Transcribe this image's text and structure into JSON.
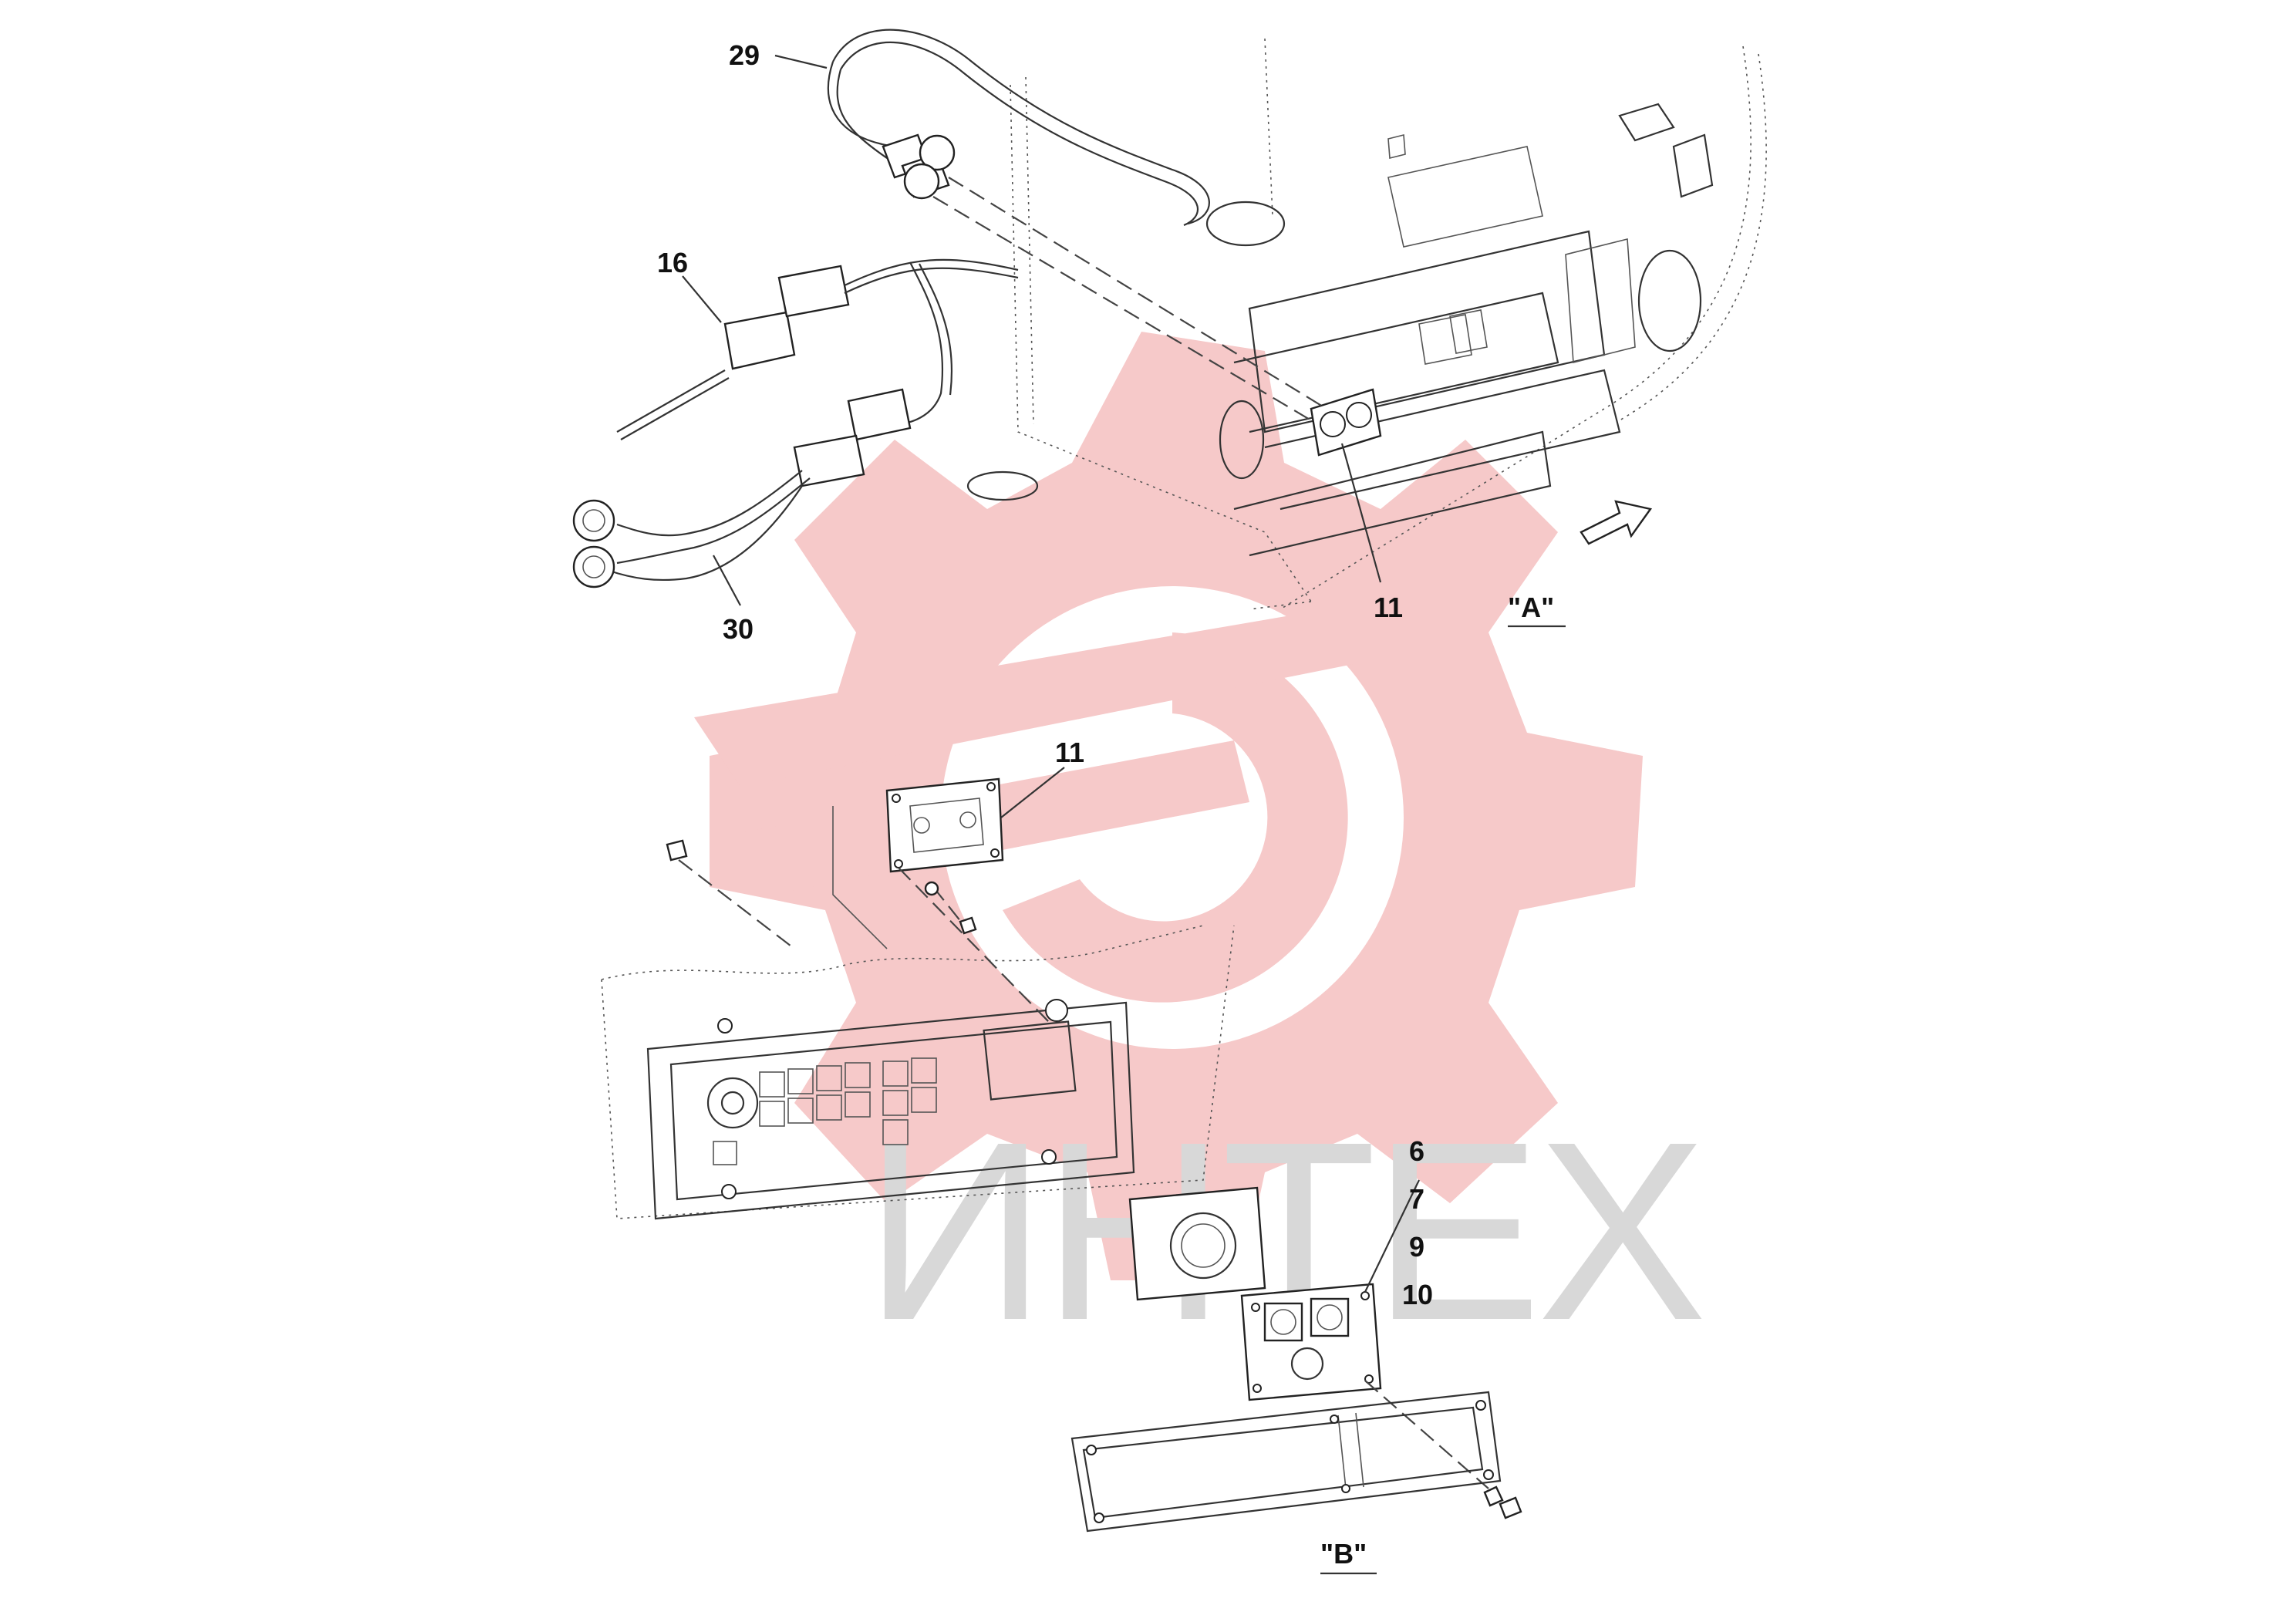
{
  "diagram": {
    "callouts": [
      "29",
      "16",
      "30",
      "11",
      "11",
      "6",
      "7",
      "9",
      "10"
    ],
    "views": [
      "\"A\"",
      "\"B\""
    ],
    "watermark_text": "ИНТЕХ",
    "colors": {
      "watermark_logo": "#f6c9c9",
      "watermark_text": "#d8d8d8",
      "line": "#333333"
    }
  }
}
